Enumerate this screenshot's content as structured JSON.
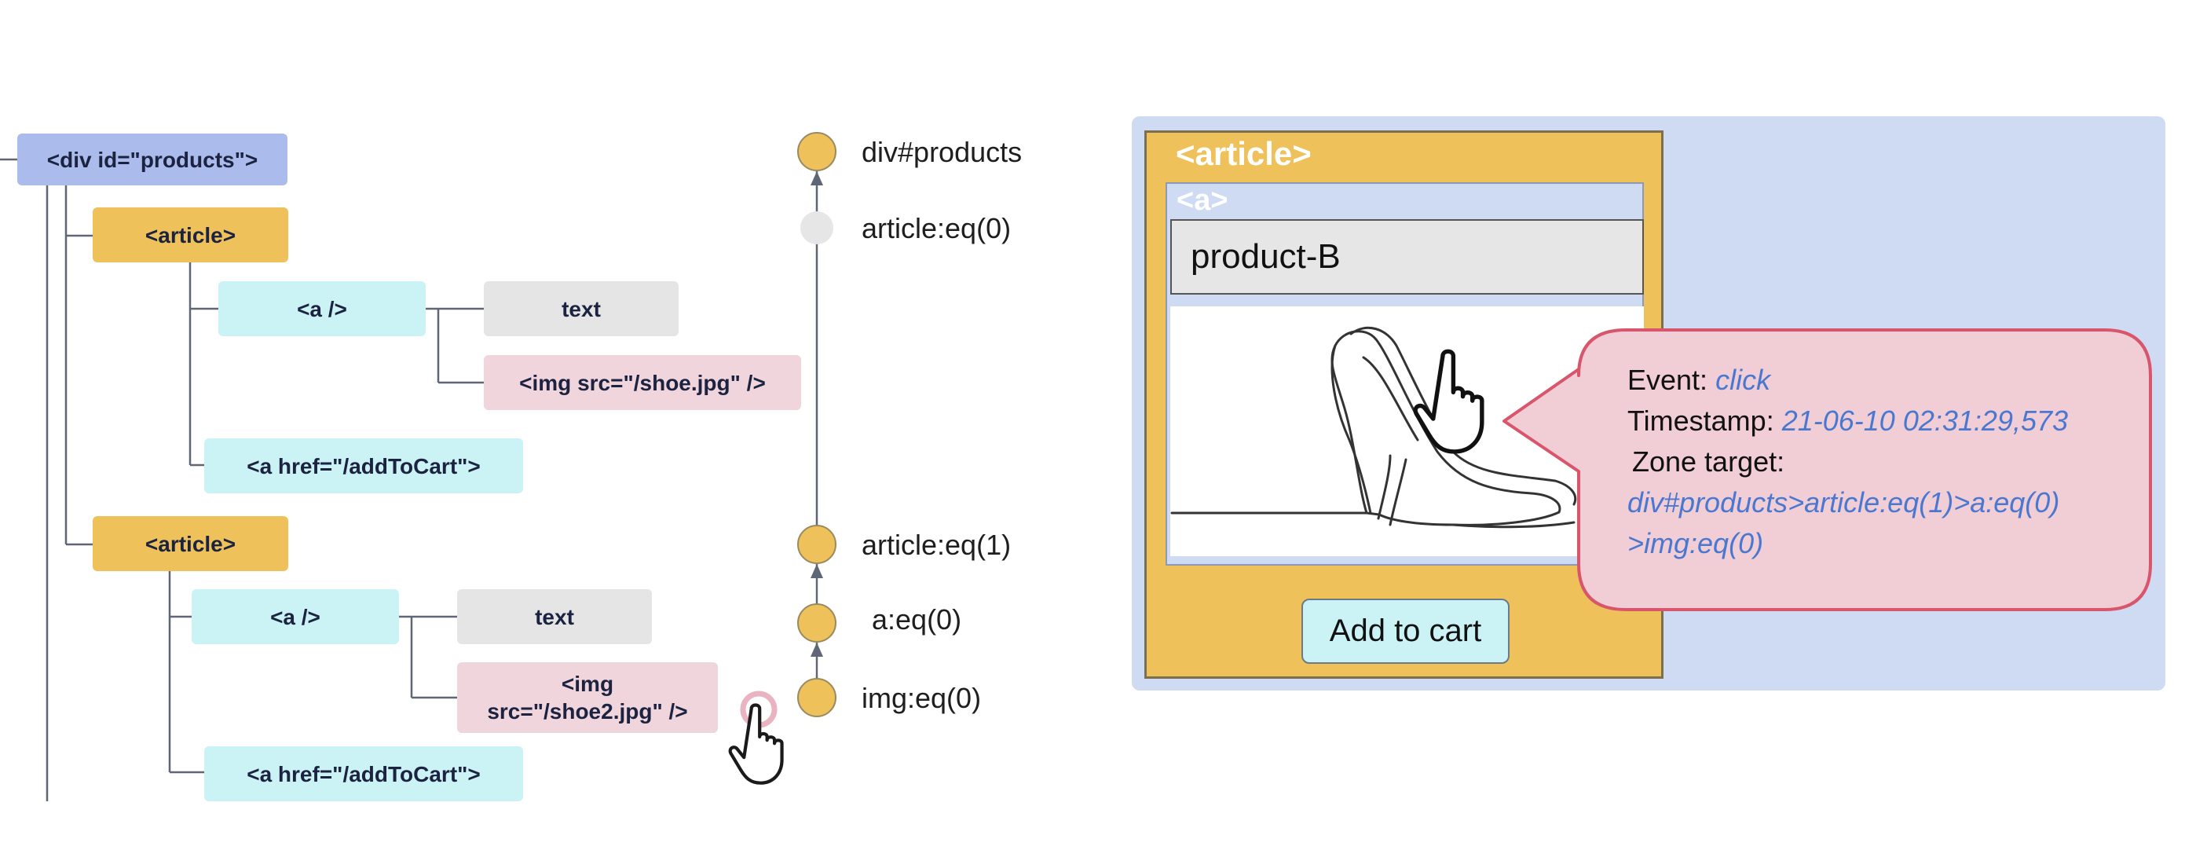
{
  "tree": {
    "root": "<div id=\"products\">",
    "article1": "<article>",
    "a1": "<a />",
    "text1": "text",
    "img1": "<img src=\"/shoe.jpg\" />",
    "cart1": "<a href=\"/addToCart\">",
    "article2": "<article>",
    "a2": "<a />",
    "text2": "text",
    "img2_line1": "<img",
    "img2_line2": "src=\"/shoe2.jpg\" />",
    "cart2": "<a href=\"/addToCart\">"
  },
  "path": {
    "items": [
      "div#products",
      "article:eq(0)",
      "article:eq(1)",
      "a:eq(0)",
      "img:eq(0)"
    ]
  },
  "mockup": {
    "article_tag": "<article>",
    "a_tag": "<a>",
    "product_name": "product-B",
    "button_label": "Add to cart"
  },
  "callout": {
    "event_label": "Event:",
    "event_value": "click",
    "timestamp_label": "Timestamp:",
    "timestamp_value": "21-06-10 02:31:29,573",
    "zone_label": "Zone target:",
    "zone_value_line1": "div#products>article:eq(1)>a:eq(0)",
    "zone_value_line2": ">img:eq(0)"
  },
  "colors": {
    "div_node": "#abbcec",
    "article_node": "#eec15a",
    "link_node": "#cbf3f5",
    "text_node": "#e5e5e5",
    "img_node": "#f1d5dc",
    "path_dot": "#eec15a",
    "callout_fill": "#f1cdd5",
    "callout_border": "#d9556b",
    "value_text": "#4a78d0"
  },
  "icons": [
    "hand-pointer-icon",
    "click-ring-icon",
    "shoe-illustration"
  ]
}
